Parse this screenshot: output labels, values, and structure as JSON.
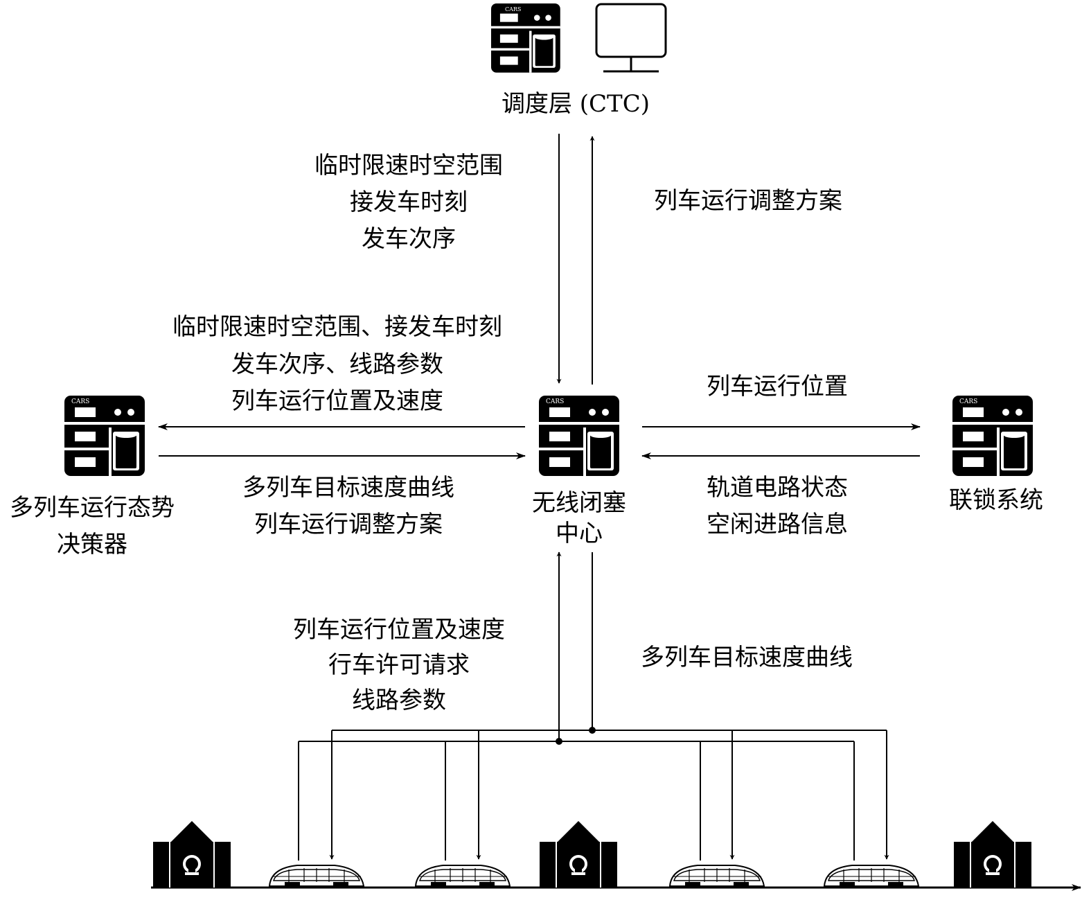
{
  "nodes": {
    "ctc": {
      "label": "调度层 (CTC)"
    },
    "decision": {
      "label_lines": [
        "多列车运行态势",
        "决策器"
      ]
    },
    "rbc": {
      "label_lines": [
        "无线闭塞",
        "中心"
      ]
    },
    "interlock": {
      "label": "联锁系统"
    }
  },
  "server_badge": "CARS",
  "edges": {
    "ctc_to_rbc": [
      "临时限速时空范围",
      "接发车时刻",
      "发车次序"
    ],
    "rbc_to_ctc": [
      "列车运行调整方案"
    ],
    "rbc_to_decision": [
      "临时限速时空范围、接发车时刻",
      "发车次序、线路参数",
      "列车运行位置及速度"
    ],
    "decision_to_rbc": [
      "多列车目标速度曲线",
      "列车运行调整方案"
    ],
    "rbc_to_interlock": [
      "列车运行位置"
    ],
    "interlock_to_rbc": [
      "轨道电路状态",
      "空闲进路信息"
    ],
    "trains_to_rbc": [
      "列车运行位置及速度",
      "行车许可请求",
      "线路参数"
    ],
    "rbc_to_trains": [
      "多列车目标速度曲线"
    ]
  },
  "icons": {
    "server": "server-database-icon",
    "monitor": "monitor-icon",
    "station": "railway-station-icon",
    "train": "train-icon"
  },
  "colors": {
    "ink": "#000000",
    "background": "#ffffff"
  }
}
